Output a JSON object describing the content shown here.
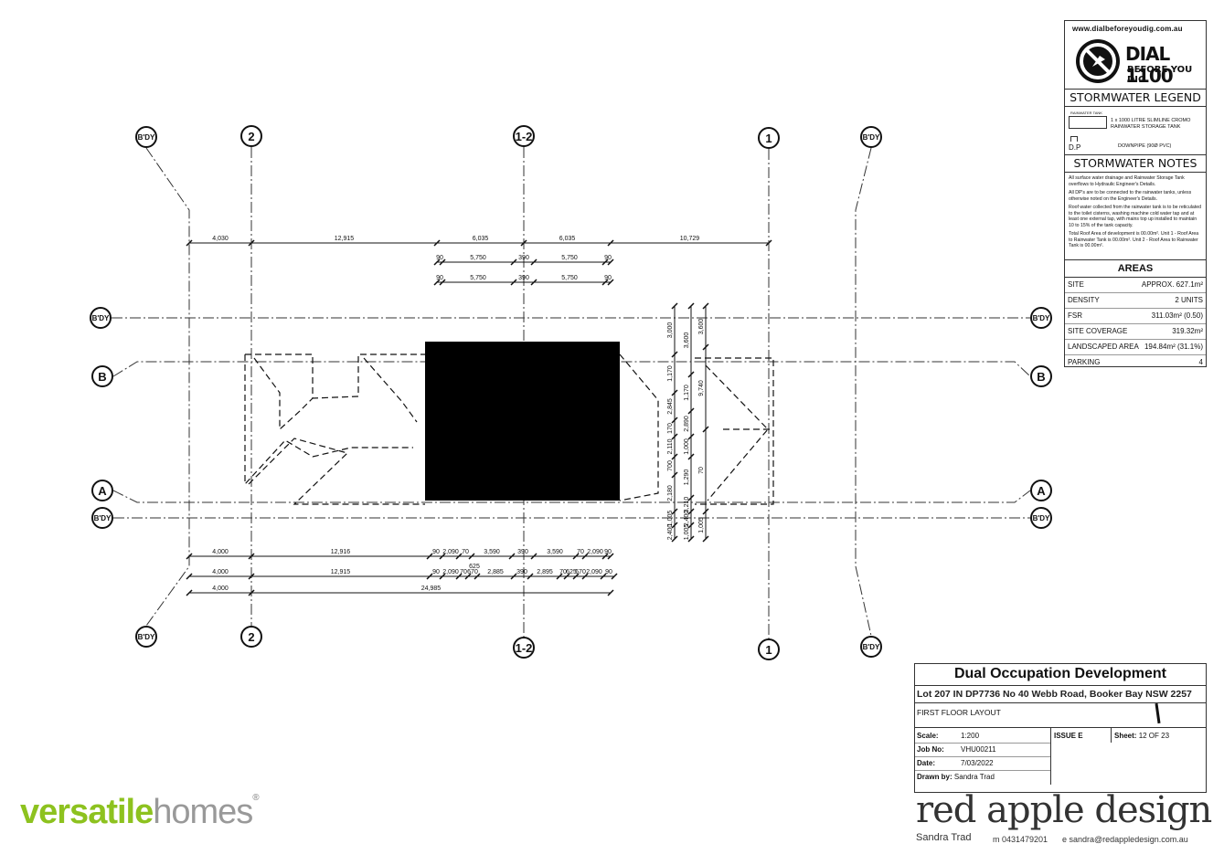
{
  "drawing": {
    "grid_bubbles_top": [
      "B'DY",
      "2",
      "1-2",
      "1",
      "B'DY"
    ],
    "grid_bubbles_bottom": [
      "B'DY",
      "2",
      "1-2",
      "1",
      "B'DY"
    ],
    "grid_bubbles_left": [
      "B'DY",
      "B",
      "A",
      "B'DY"
    ],
    "grid_bubbles_right": [
      "B'DY",
      "B",
      "A",
      "B'DY"
    ],
    "dims_top_row1": [
      "4,030",
      "12,915",
      "6,035",
      "6,035",
      "10,729"
    ],
    "dims_top_row2": [
      "90",
      "5,750",
      "390",
      "5,750",
      "90"
    ],
    "dims_top_row3": [
      "90",
      "5,750",
      "390",
      "5,750",
      "90"
    ],
    "dims_bottom_row1": [
      "4,000",
      "12,916",
      "90",
      "2,090",
      "70",
      "3,590",
      "390",
      "3,590",
      "70",
      "2,090",
      "90"
    ],
    "dims_bottom_row1_sub": [
      "625"
    ],
    "dims_bottom_row2": [
      "4,000",
      "12,915",
      "90",
      "2,090",
      "70",
      "670",
      "2,885",
      "390",
      "2,895",
      "70",
      "625",
      "670",
      "2,090",
      "90"
    ],
    "dims_bottom_row3": [
      "4,000",
      "24,985"
    ],
    "dims_right_vertical": [
      "3,000",
      "1,170",
      "3,600",
      "2,845",
      "1,170",
      "170",
      "2,110",
      "2,890",
      "1,000",
      "700",
      "1,290",
      "360",
      "9,740",
      "2,180",
      "70",
      "3,210",
      "1,005",
      "2,400",
      "1,005",
      "1,005",
      "2,400",
      "1,005"
    ]
  },
  "dbyd": {
    "url": "www.dialbeforeyoudig.com.au",
    "big": "DIAL 1100",
    "small": "BEFORE YOU DIG"
  },
  "stormwater_legend": {
    "title": "STORMWATER LEGEND",
    "tank_tag": "RAINWATER TANK",
    "tank_text": "1 x 1000 LITRE SLIMLINE CROMO RAINWATER STORAGE TANK",
    "dp_label": "D.P",
    "dp_text": "DOWNPIPE (90Ø PVC)"
  },
  "stormwater_notes": {
    "title": "STORMWATER NOTES",
    "notes": [
      "All surface water drainage and Rainwater Storage Tank overflows to Hydraulic Engineer's Details.",
      "All DP's are to be connected to the rainwater tanks, unless otherwise noted on the Engineer's Details.",
      "Roof water collected from the rainwater tank is to be reticulated to the toilet cisterns, washing machine cold water tap and at least one external tap, with mains top up installed to maintain 10 to 15% of the tank capacity.",
      "Total Roof Area of development is 00.00m². Unit 1 - Roof Area to Rainwater Tank is 00.00m². Unit 2 - Roof Area to Rainwater Tank is 00.00m²."
    ]
  },
  "areas": {
    "title": "AREAS",
    "rows": [
      {
        "label": "SITE",
        "value": "APPROX. 627.1m²"
      },
      {
        "label": "DENSITY",
        "value": "2 UNITS"
      },
      {
        "label": "FSR",
        "value": "311.03m² (0.50)"
      },
      {
        "label": "SITE COVERAGE",
        "value": "319.32m²"
      },
      {
        "label": "LANDSCAPED AREA",
        "value": "194.84m² (31.1%)"
      },
      {
        "label": "PARKING",
        "value": "4"
      }
    ]
  },
  "title_block": {
    "project": "Dual Occupation Development",
    "address": "Lot 207 IN DP7736 No 40 Webb Road, Booker Bay NSW 2257",
    "layout": "FIRST FLOOR LAYOUT",
    "scale_label": "Scale:",
    "scale": "1:200",
    "issue": "ISSUE E",
    "sheet_label": "Sheet:",
    "sheet": "12 OF 23",
    "job_label": "Job No:",
    "job": "VHU00211",
    "date_label": "Date:",
    "date": "7/03/2022",
    "drawn_label": "Drawn by:",
    "drawn": "Sandra Trad"
  },
  "brand_left": {
    "part1": "versatile",
    "part2": "homes",
    "mark": "®"
  },
  "brand_right": {
    "name_a": "red apple design",
    "sub": "Sandra Trad",
    "mobile": "m 0431479201",
    "email": "e sandra@redappledesign.com.au"
  },
  "colors": {
    "accent_green": "#8dc21f",
    "brand_red": "#c8102e",
    "line": "#111111"
  }
}
